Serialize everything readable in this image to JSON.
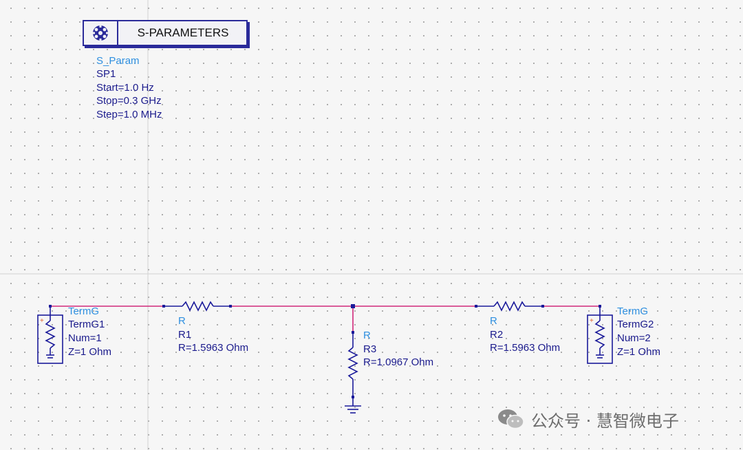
{
  "sparam": {
    "title": "S-PARAMETERS",
    "icon": "gear-cluster-icon",
    "type_label": "S_Param",
    "instance": "SP1",
    "start": "Start=1.0 Hz",
    "stop": "Stop=0.3 GHz",
    "step": "Step=1.0 MHz"
  },
  "term1": {
    "type_label": "TermG",
    "instance": "TermG1",
    "num": "Num=1",
    "z": "Z=1 Ohm"
  },
  "term2": {
    "type_label": "TermG",
    "instance": "TermG2",
    "num": "Num=2",
    "z": "Z=1 Ohm"
  },
  "r1": {
    "type_label": "R",
    "instance": "R1",
    "value": "R=1.5963 Ohm"
  },
  "r2": {
    "type_label": "R",
    "instance": "R2",
    "value": "R=1.5963 Ohm"
  },
  "r3": {
    "type_label": "R",
    "instance": "R3",
    "value": "R=1.0967 Ohm"
  },
  "watermark": {
    "text": "公众号 · 慧智微电子"
  },
  "colors": {
    "wire": "#d0287a",
    "component": "#1a1a9a",
    "label_type": "#2e8fe0",
    "label_value": "#1a1a8c",
    "grid_dot": "#9a9a9a"
  }
}
